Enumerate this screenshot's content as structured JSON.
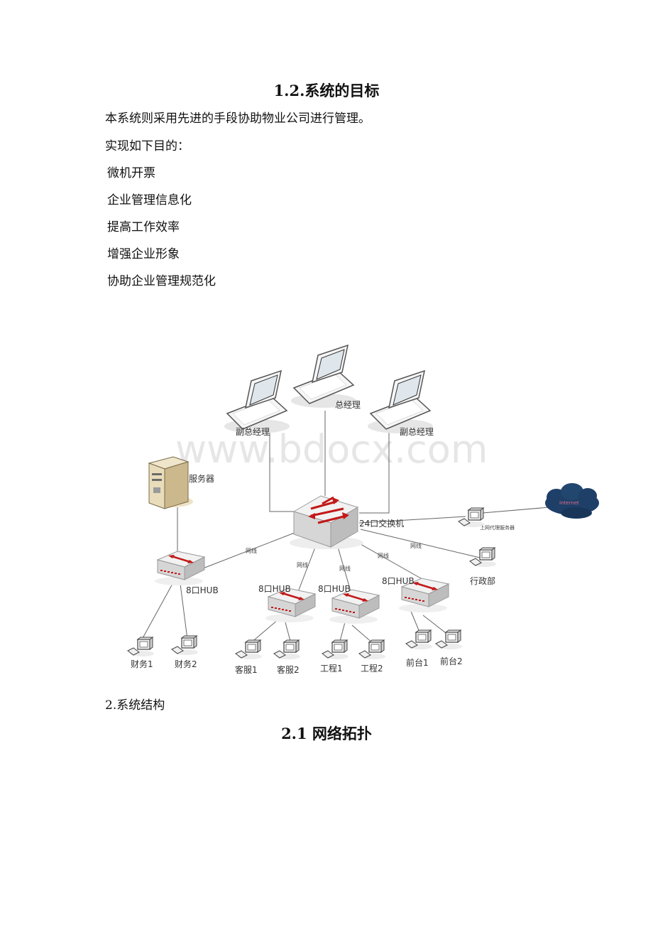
{
  "heading_goals": "1.2.系统的目标",
  "intro": "本系统则采用先进的手段协助物业公司进行管理。",
  "goals_lead": "实现如下目的：",
  "goals": [
    "微机开票",
    "企业管理信息化",
    "提高工作效率",
    "增强企业形象",
    "协助企业管理规范化"
  ],
  "diagram": {
    "watermark": "www.bdocx.com",
    "labels": {
      "gm": "总经理",
      "vgm_left": "副总经理",
      "vgm_right": "副总经理",
      "server": "服务器",
      "switch24": "24口交换机",
      "proxy": "上网代理服务器",
      "internet": "Internet",
      "admin": "行政部",
      "hub_finance": "8口HUB",
      "hub_service": "8口HUB",
      "hub_eng": "8口HUB",
      "hub_front": "8口HUB",
      "cable1": "网线",
      "cable2": "网线",
      "cable3": "网线",
      "cable4": "网线",
      "cable5": "网线",
      "fin1": "财务1",
      "fin2": "财务2",
      "cs1": "客服1",
      "cs2": "客服2",
      "eng1": "工程1",
      "eng2": "工程2",
      "fd1": "前台1",
      "fd2": "前台2"
    }
  },
  "section2": "2.系统结构",
  "heading_topology": "2.1 网络拓扑"
}
